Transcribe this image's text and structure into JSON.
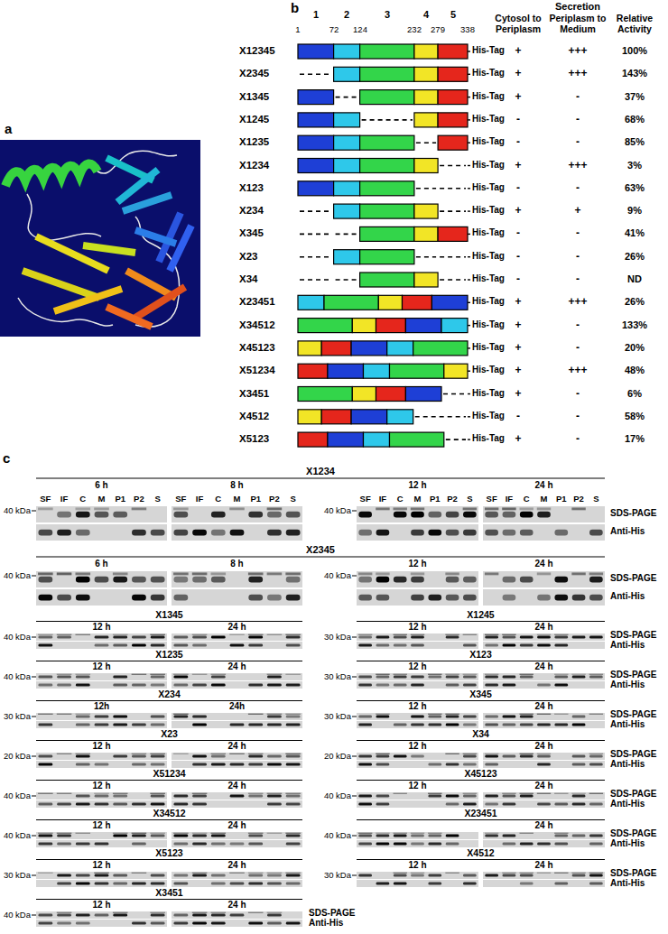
{
  "diagram": {
    "labels": [
      "a",
      "b",
      "Secretion",
      "Cytosol to Periplasm",
      "Periplasm to Medium",
      "Relative Activity",
      "1",
      "2",
      "3",
      "4",
      "5",
      "1",
      "72",
      "124",
      "232",
      "279",
      "338",
      "X12345",
      "His-Tag",
      "+",
      "+++",
      "100%",
      "X2345",
      "His-Tag",
      "+",
      "+++",
      "143%",
      "X1345",
      "His-Tag",
      "+",
      "-",
      "37%",
      "X1245",
      "His-Tag",
      "-",
      "-",
      "68%",
      "X1235",
      "His-Tag",
      "-",
      "-",
      "85%",
      "X1234",
      "His-Tag",
      "+",
      "+++",
      "3%",
      "X123",
      "His-Tag",
      "-",
      "-",
      "63%",
      "X234",
      "His-Tag",
      "+",
      "+",
      "9%",
      "X345",
      "His-Tag",
      "-",
      "-",
      "41%",
      "X23",
      "His-Tag",
      "-",
      "-",
      "26%",
      "X34",
      "His-Tag",
      "-",
      "-",
      "ND",
      "X23451",
      "His-Tag",
      "+",
      "+++",
      "26%",
      "X34512",
      "His-Tag",
      "+",
      "-",
      "133%",
      "X45123",
      "His-Tag",
      "+",
      "-",
      "20%",
      "X51234",
      "His-Tag",
      "+",
      "+++",
      "48%",
      "X3451",
      "His-Tag",
      "+",
      "-",
      "6%",
      "X4512",
      "His-Tag",
      "-",
      "-",
      "58%",
      "X5123",
      "His-Tag",
      "+",
      "-",
      "17%",
      "c",
      "X1234",
      "6 h",
      "8 h",
      "12 h",
      "24 h",
      "SF",
      "IF",
      "C",
      "M",
      "P1",
      "P2",
      "S",
      "SF",
      "IF",
      "C",
      "M",
      "P1",
      "P2",
      "S",
      "SF",
      "IF",
      "C",
      "M",
      "P1",
      "P2",
      "S",
      "SF",
      "IF",
      "C",
      "M",
      "P1",
      "P2",
      "S",
      "40 kDa",
      "40 kDa",
      "SDS-PAGE",
      "Anti-His",
      "X2345",
      "6 h",
      "8 h",
      "12 h",
      "24 h",
      "40 kDa",
      "40 kDa",
      "SDS-PAGE",
      "Anti-His",
      "X1345",
      "12 h",
      "24 h",
      "X1245",
      "12 h",
      "24 h",
      "40 kDa",
      "30 kDa",
      "SDS-PAGE",
      "Anti-His",
      "X1235",
      "12 h",
      "24 h",
      "X123",
      "12 h",
      "24 h",
      "40 kDa",
      "30 kDa",
      "SDS-PAGE",
      "Anti-His",
      "X234",
      "12h",
      "24h",
      "X345",
      "12 h",
      "24 h",
      "30 kDa",
      "30 kDa",
      "SDS-PAGE",
      "Anti-His",
      "X23",
      "12 h",
      "24 h",
      "X34",
      "12 h",
      "24 h",
      "20 kDa",
      "20 kDa",
      "SDS-PAGE",
      "Anti-His",
      "X51234",
      "12 h",
      "24 h",
      "X45123",
      "12 h",
      "24 h",
      "40 kDa",
      "40 kDa",
      "SDS-PAGE",
      "Anti-His",
      "X34512",
      "12 h",
      "24 h",
      "X23451",
      "24 h",
      "40 kDa",
      "40 kDa",
      "SDS-PAGE",
      "Anti-His",
      "X5123",
      "12 h",
      "24 h",
      "X4512",
      "12 h",
      "24 h",
      "30 kDa",
      "30 kDa",
      "SDS-PAGE",
      "Anti-His",
      "X3451",
      "12 h",
      "24 h",
      "40 kDa",
      "SDS-PAGE",
      "Anti-His"
    ]
  }
}
